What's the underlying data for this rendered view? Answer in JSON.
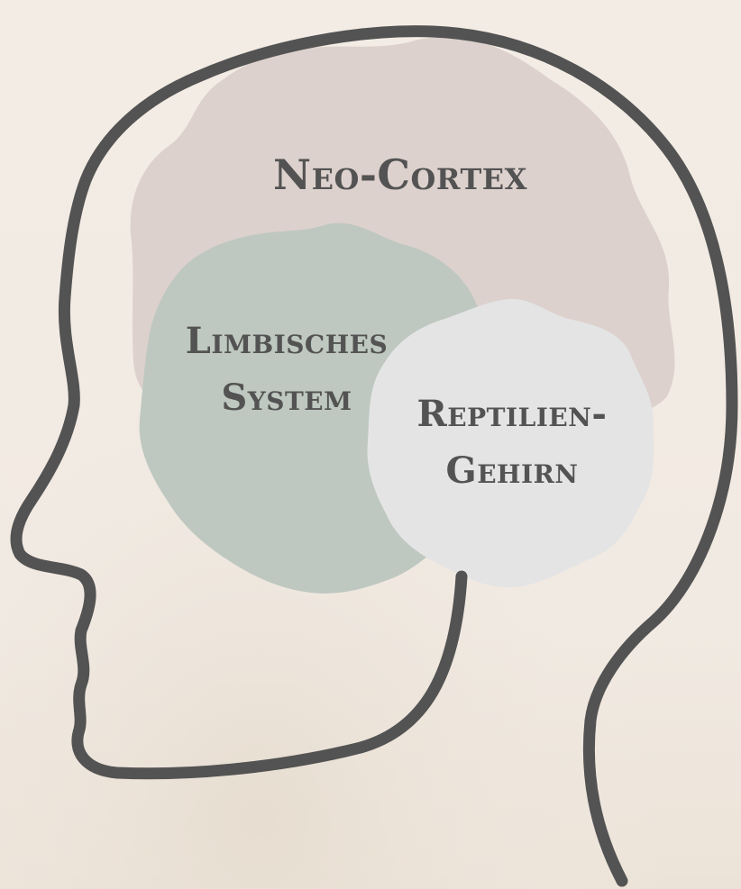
{
  "regions": {
    "neocortex": {
      "label": "Neo-Cortex",
      "color": "#ddd1cd"
    },
    "limbic": {
      "line1": "Limbisches",
      "line2": "System",
      "color": "#bec8c0"
    },
    "reptilian": {
      "line1": "Reptilien-",
      "line2": "Gehirn",
      "color": "#e4e4e5"
    }
  },
  "colors": {
    "background": "#f2ebe4",
    "head_outline": "#535353",
    "label_text": "#535353"
  }
}
